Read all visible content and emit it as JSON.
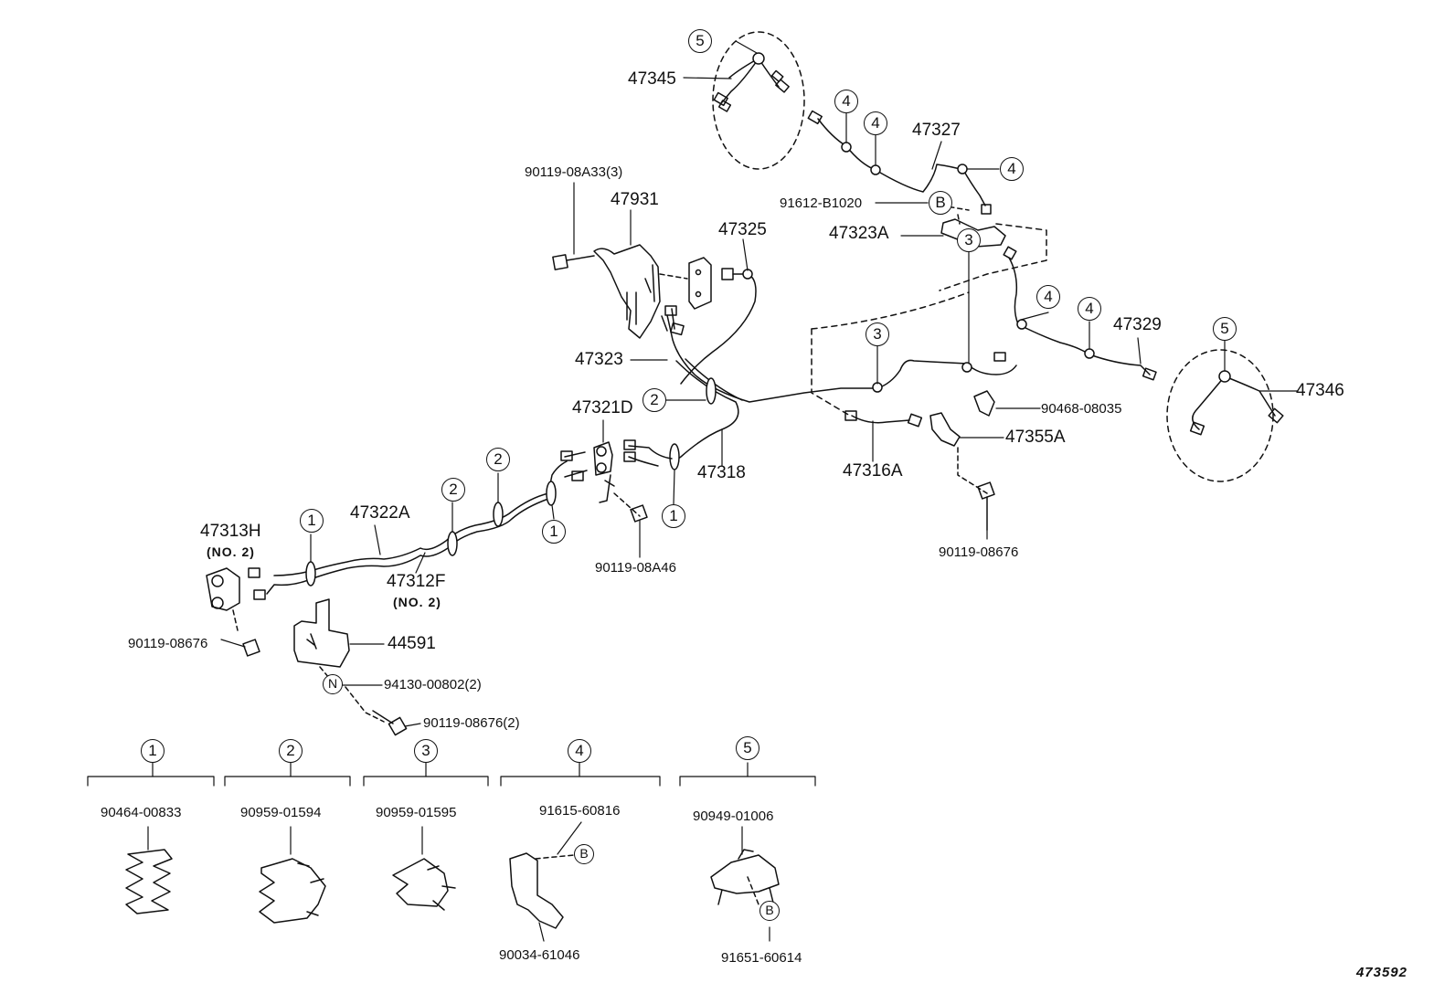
{
  "diagram_id": "473592",
  "part_labels": {
    "p47345": "47345",
    "p47327": "47327",
    "p91612_b1020": "91612-B1020",
    "p47323a": "47323A",
    "p90119_08a33": "90119-08A33(3)",
    "p47931": "47931",
    "p47325": "47325",
    "p47329": "47329",
    "p47346": "47346",
    "p47323": "47323",
    "p90468_08035": "90468-08035",
    "p47321d": "47321D",
    "p47355a": "47355A",
    "p47318": "47318",
    "p47316a": "47316A",
    "p47322a": "47322A",
    "p47313h": "47313H",
    "p47313h_note": "(NO. 2)",
    "p90119_08a46": "90119-08A46",
    "p90119_08676_right": "90119-08676",
    "p47312f": "47312F",
    "p47312f_note": "(NO. 2)",
    "p90119_08676_left": "90119-08676",
    "p44591": "44591",
    "p94130_00802": "94130-00802(2)",
    "p90119_08676_2": "90119-08676(2)"
  },
  "markers": {
    "one": "1",
    "two": "2",
    "three": "3",
    "four": "4",
    "five": "5",
    "b": "B",
    "n": "N"
  },
  "legend": [
    {
      "key": "1",
      "parts": [
        "90464-00833"
      ]
    },
    {
      "key": "2",
      "parts": [
        "90959-01594"
      ]
    },
    {
      "key": "3",
      "parts": [
        "90959-01595"
      ]
    },
    {
      "key": "4",
      "parts": [
        "91615-60816",
        "90034-61046"
      ]
    },
    {
      "key": "5",
      "parts": [
        "90949-01006",
        "91651-60614"
      ]
    }
  ]
}
